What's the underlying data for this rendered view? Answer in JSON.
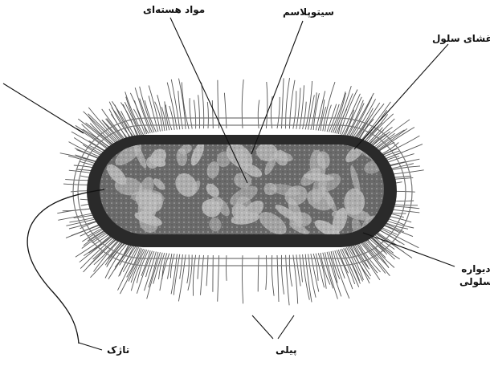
{
  "labels": {
    "nucleoid": "مواد هسته‌ای",
    "cytoplasm": "سیتوپلاسم",
    "membrane": "غشای سلول",
    "cell_wall_line1": "دیواره",
    "cell_wall_line2": "سلولی",
    "pili": "پیلی",
    "flagellum": "تاژک"
  },
  "colors": {
    "background": "#ffffff",
    "ink": "#111111",
    "pili": "#555555",
    "wall": "#2a2a2a",
    "cytoplasm": "#6a6a6a",
    "nucleoid": "#b8b8b8"
  }
}
